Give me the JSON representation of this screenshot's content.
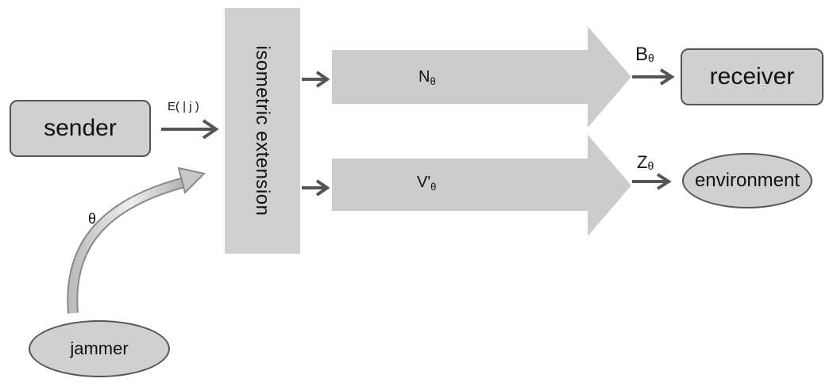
{
  "nodes": {
    "sender": "sender",
    "receiver": "receiver",
    "environment": "environment",
    "jammer": "jammer",
    "isometric_extension": "isometric extension"
  },
  "labels": {
    "encoding": "E(  | j )",
    "theta": "θ",
    "N_base": "N",
    "N_sub": "θ",
    "V_base": "V'",
    "V_sub": "θ",
    "B_base": "B",
    "B_sub": "θ",
    "Z_base": "Z",
    "Z_sub": "θ"
  },
  "colors": {
    "box_fill": "#d0d0d0",
    "channel_fill": "#cccccc",
    "arrow": "#555555"
  }
}
